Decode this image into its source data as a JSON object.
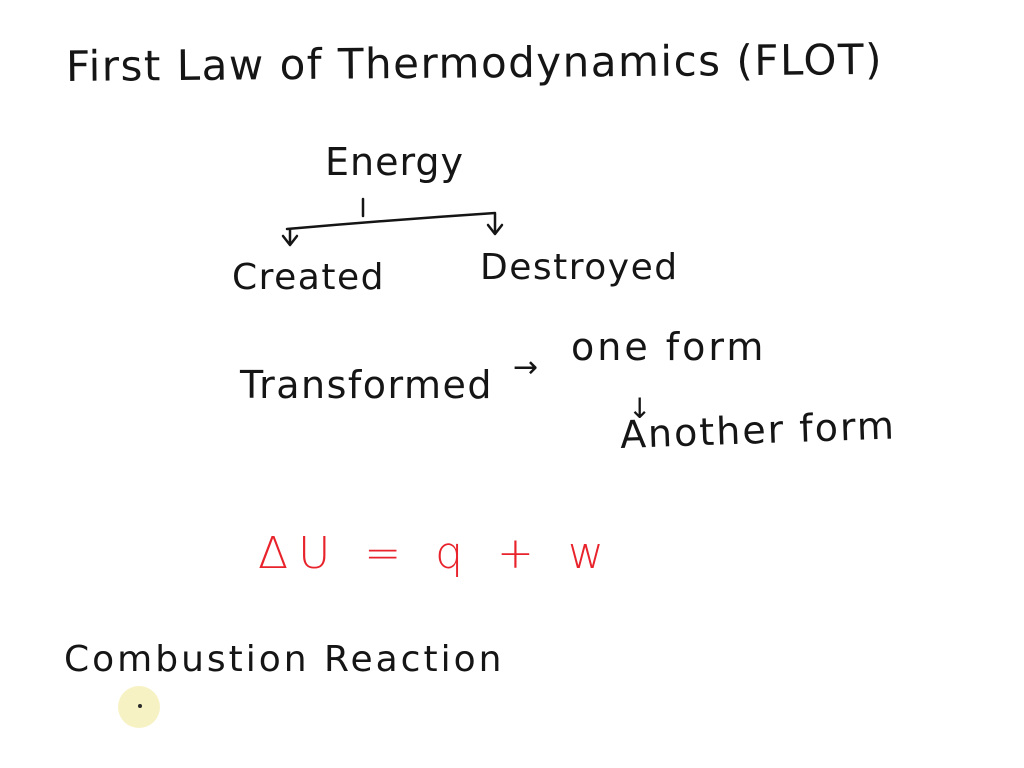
{
  "board": {
    "title": "First Law of Thermodynamics (FLOT)",
    "energy": "Energy",
    "created": "Created",
    "destroyed": "Destroyed",
    "transformed": "Transformed",
    "arrow_right": "→",
    "one_form": "one form",
    "arrow_down": "↓",
    "another_form": "Another form",
    "equation": "ΔU = q + w",
    "combustion": "Combustion Reaction"
  },
  "colors": {
    "ink": "#151515",
    "equation": "#e8232b",
    "cursor_highlight": "#f7f2c4"
  }
}
